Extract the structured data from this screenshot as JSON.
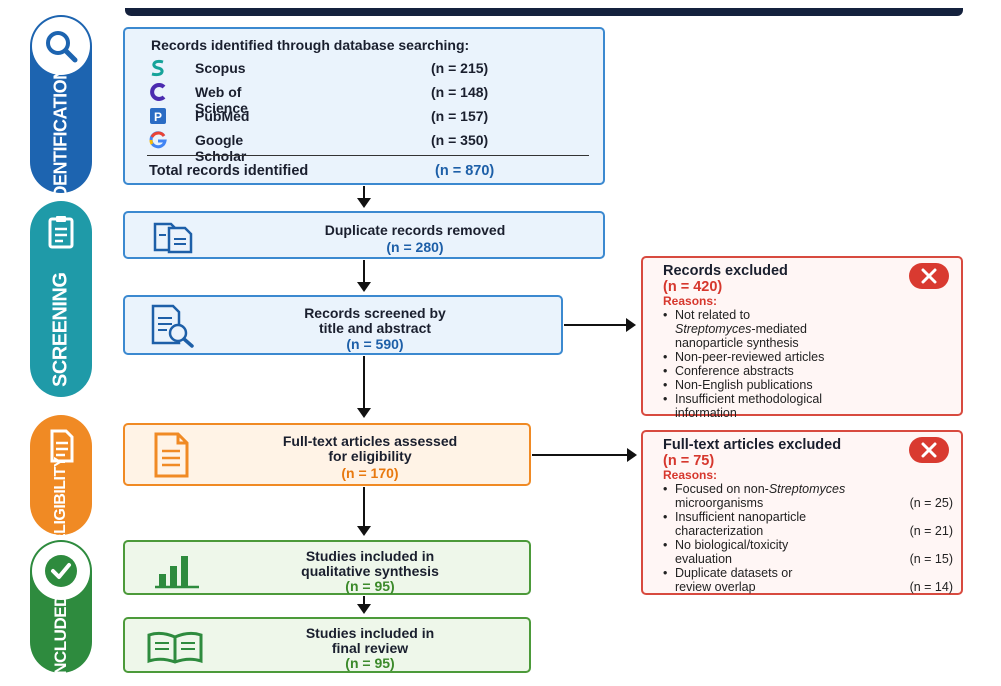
{
  "stages": {
    "identification": "IDENTIFICATION",
    "screening": "SCREENING",
    "eligibility": "ELIGIBILITY",
    "included": "INCLUDED"
  },
  "identification": {
    "heading": "Records identified through database searching:",
    "sources": [
      {
        "name": "Scopus",
        "count": "(n = 215)",
        "icon": "scopus-icon"
      },
      {
        "name": "Web of Science",
        "count": "(n = 148)",
        "icon": "web-of-science-icon"
      },
      {
        "name": "PubMed",
        "count": "(n = 157)",
        "icon": "pubmed-icon"
      },
      {
        "name": "Google Scholar",
        "count": "(n = 350)",
        "icon": "google-scholar-icon"
      }
    ],
    "total_label": "Total records identified",
    "total_count": "(n = 870)"
  },
  "duplicates": {
    "title": "Duplicate records removed",
    "count": "(n = 280)"
  },
  "screened": {
    "title_line1": "Records screened by",
    "title_line2": "title and abstract",
    "count": "(n = 590)"
  },
  "fulltext": {
    "title_line1": "Full-text articles assessed",
    "title_line2": "for eligibility",
    "count": "(n = 170)"
  },
  "qualitative": {
    "title_line1": "Studies included in",
    "title_line2": "qualitative synthesis",
    "count": "(n = 95)"
  },
  "final": {
    "title_line1": "Studies included in",
    "title_line2": "final review",
    "count": "(n = 95)"
  },
  "excluded_records": {
    "title": "Records excluded",
    "count": "(n = 420)",
    "reasons_label": "Reasons:",
    "reason1_a": "Not related to",
    "reason1_b_italic": "Streptomyces",
    "reason1_b_rest": "-mediated",
    "reason1_c": "nanoparticle synthesis",
    "reason2": "Non-peer-reviewed articles",
    "reason3": "Conference abstracts",
    "reason4": "Non-English publications",
    "reason5_a": "Insufficient methodological",
    "reason5_b": "information"
  },
  "excluded_fulltext": {
    "title": "Full-text articles excluded",
    "count": "(n = 75)",
    "reasons_label": "Reasons:",
    "r1_a_prefix": "Focused on non-",
    "r1_a_italic": "Streptomyces",
    "r1_b": "microorganisms",
    "r1_n": "(n = 25)",
    "r2_a": "Insufficient nanoparticle",
    "r2_b": "characterization",
    "r2_n": "(n = 21)",
    "r3_a": "No biological/toxicity",
    "r3_b": "evaluation",
    "r3_n": "(n = 15)",
    "r4_a": "Duplicate datasets or",
    "r4_b": "review overlap",
    "r4_n": "(n = 14)"
  },
  "colors": {
    "identification": "#1d64b0",
    "screening": "#1f9aa8",
    "eligibility": "#f08a24",
    "included": "#2e8b3e",
    "exclusion": "#d93a30"
  }
}
